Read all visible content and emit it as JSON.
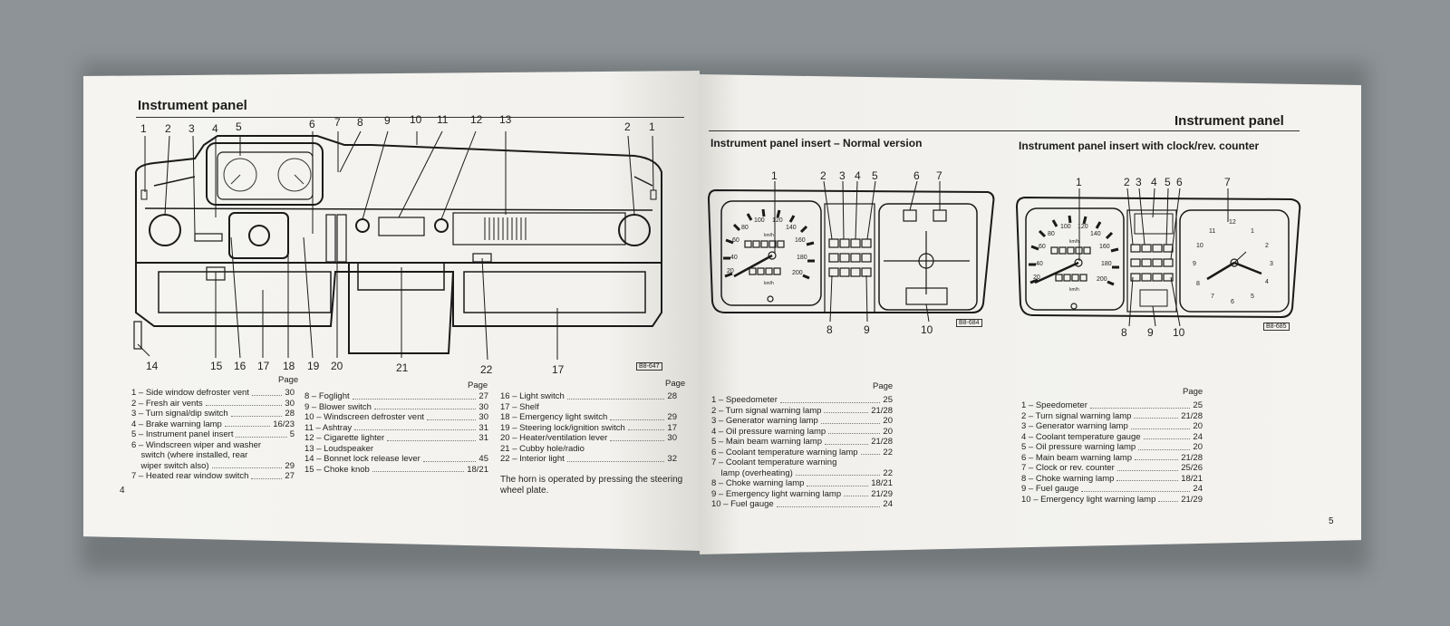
{
  "left_page": {
    "title": "Instrument panel",
    "diagram_code": "B8-647",
    "callouts_top": [
      "1",
      "2",
      "3",
      "4",
      "5",
      "6",
      "7",
      "8",
      "9",
      "10",
      "11",
      "12",
      "13",
      "2",
      "1"
    ],
    "callouts_bottom": [
      "14",
      "15",
      "16",
      "17",
      "18",
      "19",
      "20",
      "21",
      "22",
      "17"
    ],
    "page_header": "Page",
    "legend_col1": [
      {
        "label": "1 – Side window defroster vent",
        "page": "30"
      },
      {
        "label": "2 – Fresh air vents",
        "page": "30"
      },
      {
        "label": "3 – Turn signal/dip switch",
        "page": "28"
      },
      {
        "label": "4 – Brake warning lamp",
        "page": "16/23"
      },
      {
        "label": "5 – Instrument panel insert",
        "page": "5"
      },
      {
        "label": "6 – Windscreen wiper and washer",
        "page": ""
      },
      {
        "label": "    switch (where installed, rear",
        "page": ""
      },
      {
        "label": "    wiper switch also)",
        "page": "29"
      },
      {
        "label": "7 – Heated rear window switch",
        "page": "27"
      }
    ],
    "legend_col2": [
      {
        "label": "8 – Foglight",
        "page": "27"
      },
      {
        "label": "9 – Blower switch",
        "page": "30"
      },
      {
        "label": "10 – Windscreen defroster vent",
        "page": "30"
      },
      {
        "label": "11 – Ashtray",
        "page": "31"
      },
      {
        "label": "12 – Cigarette lighter",
        "page": "31"
      },
      {
        "label": "13 – Loudspeaker",
        "page": ""
      },
      {
        "label": "14 – Bonnet lock release lever",
        "page": "45"
      },
      {
        "label": "15 – Choke knob",
        "page": "18/21"
      }
    ],
    "legend_col3": [
      {
        "label": "16 – Light switch",
        "page": "28"
      },
      {
        "label": "17 – Shelf",
        "page": ""
      },
      {
        "label": "18 – Emergency light switch",
        "page": "29"
      },
      {
        "label": "19 – Steering lock/ignition switch",
        "page": "17"
      },
      {
        "label": "20 – Heater/ventilation lever",
        "page": "30"
      },
      {
        "label": "21 – Cubby hole/radio",
        "page": ""
      },
      {
        "label": "22 – Interior light",
        "page": "32"
      }
    ],
    "horn_note": "The horn is operated by pressing the steering wheel plate.",
    "page_number": "4"
  },
  "right_page": {
    "title": "Instrument panel",
    "section1_title": "Instrument panel insert – Normal version",
    "section2_title": "Instrument panel insert with clock/rev. counter",
    "diagram1_code": "B8-684",
    "diagram2_code": "B8-685",
    "diagram1_callouts_top": [
      "1",
      "2",
      "3",
      "4",
      "5",
      "6",
      "7"
    ],
    "diagram1_callouts_bottom": [
      "8",
      "9",
      "10"
    ],
    "diagram2_callouts_top": [
      "1",
      "2",
      "3",
      "4",
      "5",
      "6",
      "7"
    ],
    "diagram2_callouts_bottom": [
      "8",
      "9",
      "10"
    ],
    "speedo_ticks": [
      "20",
      "40",
      "60",
      "80",
      "100",
      "120",
      "140",
      "160",
      "180",
      "200"
    ],
    "speedo_unit": "km/h",
    "clock_ticks": [
      "12",
      "1",
      "2",
      "3",
      "4",
      "5",
      "6",
      "7",
      "8",
      "9",
      "10",
      "11"
    ],
    "page_header": "Page",
    "legend1": [
      {
        "label": "1 – Speedometer",
        "page": "25"
      },
      {
        "label": "2 – Turn signal warning lamp",
        "page": "21/28"
      },
      {
        "label": "3 – Generator warning lamp",
        "page": "20"
      },
      {
        "label": "4 – Oil pressure warning lamp",
        "page": "20"
      },
      {
        "label": "5 – Main beam warning lamp",
        "page": "21/28"
      },
      {
        "label": "6 – Coolant temperature warning lamp",
        "page": "22"
      },
      {
        "label": "7 – Coolant temperature warning",
        "page": ""
      },
      {
        "label": "    lamp (overheating)",
        "page": "22"
      },
      {
        "label": "8 – Choke warning lamp",
        "page": "18/21"
      },
      {
        "label": "9 – Emergency light warning lamp",
        "page": "21/29"
      },
      {
        "label": "10 – Fuel gauge",
        "page": "24"
      }
    ],
    "legend2": [
      {
        "label": "1 – Speedometer",
        "page": "25"
      },
      {
        "label": "2 – Turn signal warning lamp",
        "page": "21/28"
      },
      {
        "label": "3 – Generator warning lamp",
        "page": "20"
      },
      {
        "label": "4 – Coolant temperature gauge",
        "page": "24"
      },
      {
        "label": "5 – Oil pressure warning lamp",
        "page": "20"
      },
      {
        "label": "6 – Main beam warning lamp",
        "page": "21/28"
      },
      {
        "label": "7 – Clock or rev. counter",
        "page": "25/26"
      },
      {
        "label": "8 – Choke warning lamp",
        "page": "18/21"
      },
      {
        "label": "9 – Fuel gauge",
        "page": "24"
      },
      {
        "label": "10 – Emergency light warning lamp",
        "page": "21/29"
      }
    ],
    "page_number": "5"
  }
}
